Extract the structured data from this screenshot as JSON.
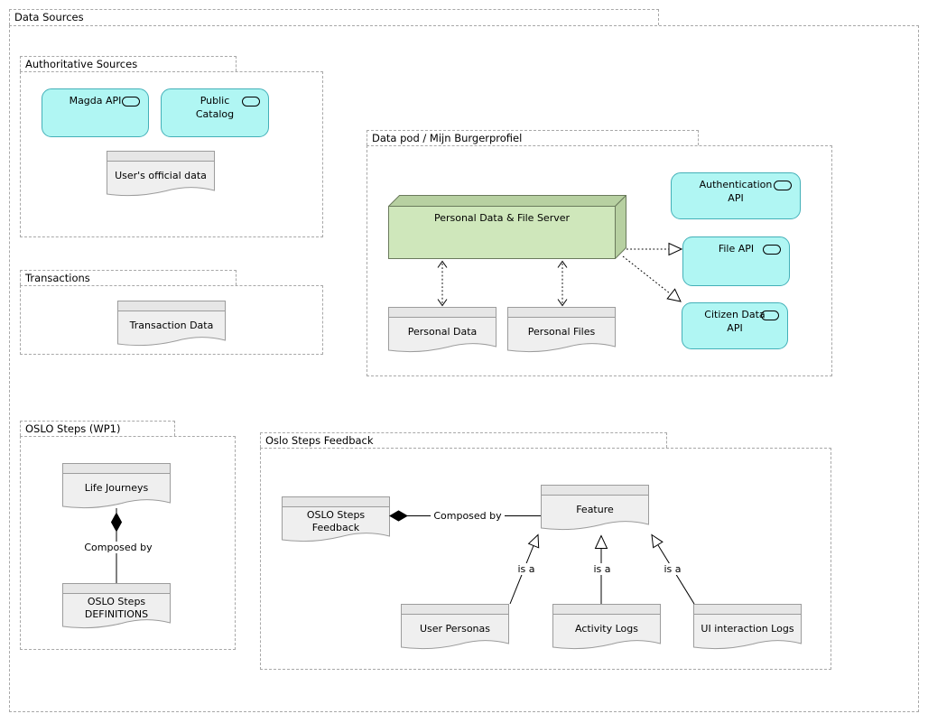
{
  "groups": {
    "data_sources": "Data Sources",
    "authoritative_sources": "Authoritative Sources",
    "transactions": "Transactions",
    "data_pod": "Data pod / Mijn Burgerprofiel",
    "oslo_steps_wp1": "OSLO Steps (WP1)",
    "oslo_steps_feedback": "Oslo Steps Feedback"
  },
  "services": {
    "magda_api": "Magda API",
    "public_catalog": "Public Catalog",
    "authentication_api": "Authentication API",
    "file_api": "File API",
    "citizen_data_api": "Citizen Data API"
  },
  "nodes": {
    "personal_data_file_server": "Personal Data & File Server"
  },
  "documents": {
    "users_official_data": "User's official data",
    "transaction_data": "Transaction Data",
    "personal_data": "Personal Data",
    "personal_files": "Personal Files",
    "life_journeys": "Life Journeys",
    "oslo_steps_definitions": "OSLO Steps DEFINITIONS",
    "oslo_steps_feedback": "OSLO Steps Feedback",
    "feature": "Feature",
    "user_personas": "User Personas",
    "activity_logs": "Activity Logs",
    "ui_interaction_logs": "UI interaction Logs"
  },
  "relations": {
    "composed_by_oslo": "Composed by",
    "composed_by_feature": "Composed by",
    "is_a_user_personas": "is a",
    "is_a_activity_logs": "is a",
    "is_a_ui_logs": "is a"
  },
  "colors": {
    "service_fill": "#b0f6f3",
    "service_border": "#43b0b8",
    "node_front": "#cfe7bb",
    "node_shade": "#b7d0a1",
    "node_border": "#6a7a5c",
    "doc_fill": "#efefef",
    "doc_border": "#9c9c9c",
    "group_border": "#a8a8a8",
    "text": "#000000",
    "background": "#ffffff"
  }
}
